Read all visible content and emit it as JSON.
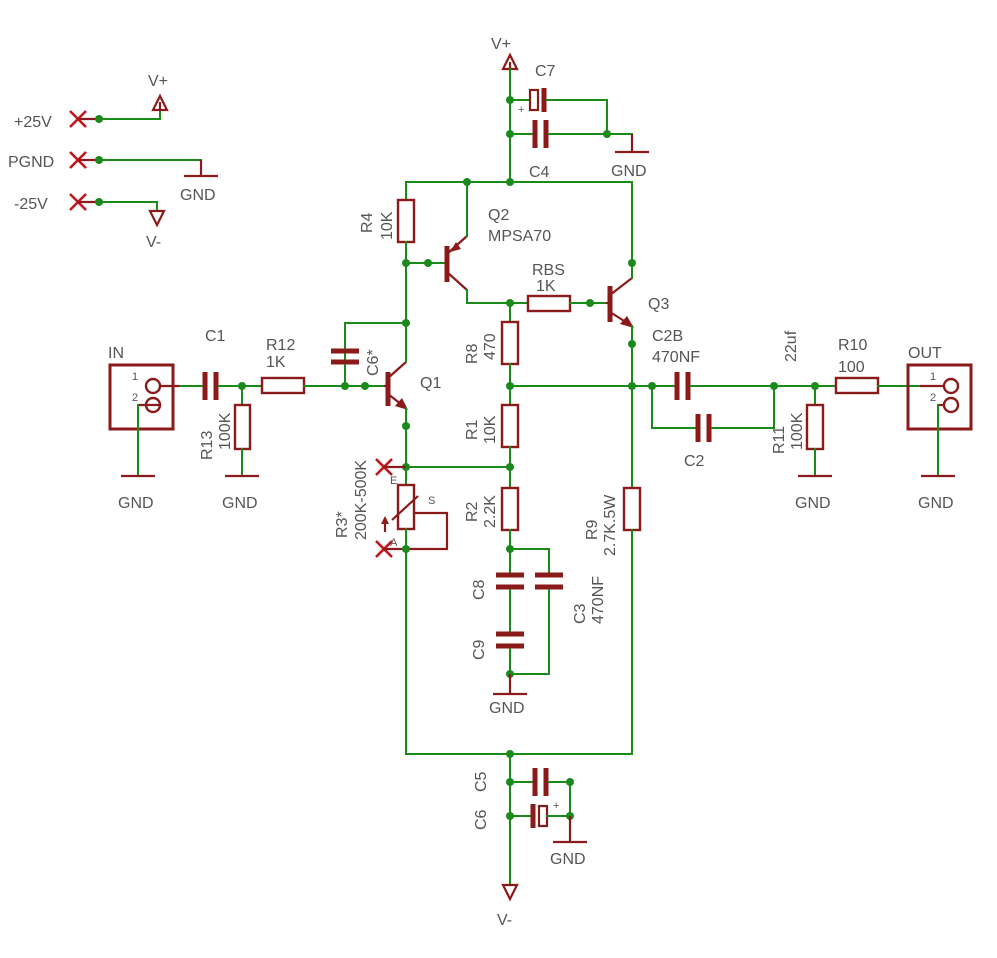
{
  "colors": {
    "wire": "#1a8a1a",
    "part": "#8b1a1a",
    "label": "#555555",
    "no_connect": "#c0161c"
  },
  "supplies": {
    "plus25": "+25V",
    "pgnd": "PGND",
    "minus25": "-25V",
    "vplus": "V+",
    "vminus": "V-",
    "gnd": "GND"
  },
  "connectors": {
    "in": {
      "name": "IN",
      "pin1": "1",
      "pin2": "2"
    },
    "out": {
      "name": "OUT",
      "pin1": "1",
      "pin2": "2"
    }
  },
  "parts": {
    "c1": "C1",
    "r12": "R12",
    "r12_val": "1K",
    "r13": "R13",
    "r13_val": "100K",
    "c6s": "C6*",
    "q1": "Q1",
    "q2": "Q2",
    "q2_val": "MPSA70",
    "q3": "Q3",
    "r4": "R4",
    "r4_val": "10K",
    "rbs": "RBS",
    "rbs_val": "1K",
    "r8": "R8",
    "r8_val": "470",
    "r1": "R1",
    "r1_val": "10K",
    "r2": "R2",
    "r2_val": "2.2K",
    "r3": "R3*",
    "r3_val": "200K-500K",
    "r3_pin_e": "E",
    "r3_pin_s": "S",
    "r3_pin_a": "A",
    "c8": "C8",
    "c9": "C9",
    "c3": "C3",
    "c3_val": "470NF",
    "r9": "R9",
    "r9_val": "2.7K.5W",
    "c2b": "C2B",
    "c2b_val": "470NF",
    "c2b_val2": "22uf",
    "c2": "C2",
    "r11": "R11",
    "r11_val": "100K",
    "r10": "R10",
    "r10_val": "100",
    "c7": "C7",
    "c4": "C4",
    "c5": "C5",
    "c6": "C6",
    "plus": "+"
  },
  "icons": [
    "no-connect-x-icon",
    "supply-arrow-icon",
    "ground-symbol-icon",
    "npn-transistor-icon",
    "pnp-transistor-icon",
    "capacitor-icon",
    "resistor-icon"
  ]
}
